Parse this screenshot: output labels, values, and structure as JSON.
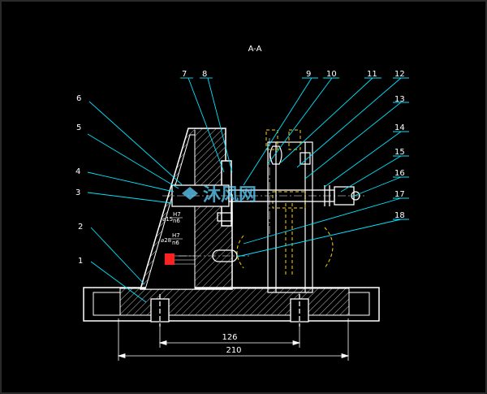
{
  "drawing": {
    "section_title": "A-A",
    "part_numbers": [
      "1",
      "2",
      "3",
      "4",
      "5",
      "6",
      "7",
      "8",
      "9",
      "10",
      "11",
      "12",
      "13",
      "14",
      "15",
      "16",
      "17",
      "18"
    ],
    "fits": {
      "upper": {
        "prefix": "⌀15",
        "top": "H7",
        "bottom": "n6"
      },
      "lower": {
        "prefix": "⌀28",
        "top": "H7",
        "bottom": "n6"
      }
    },
    "dimensions": {
      "inner": "126",
      "outer": "210"
    },
    "colors": {
      "background": "#000000",
      "outline": "#ffffff",
      "leader": "#00e5ff",
      "hidden": "#ffd200",
      "note": "#ff2020",
      "watermark": "#5fd3ff"
    },
    "watermark": "沐风网"
  }
}
